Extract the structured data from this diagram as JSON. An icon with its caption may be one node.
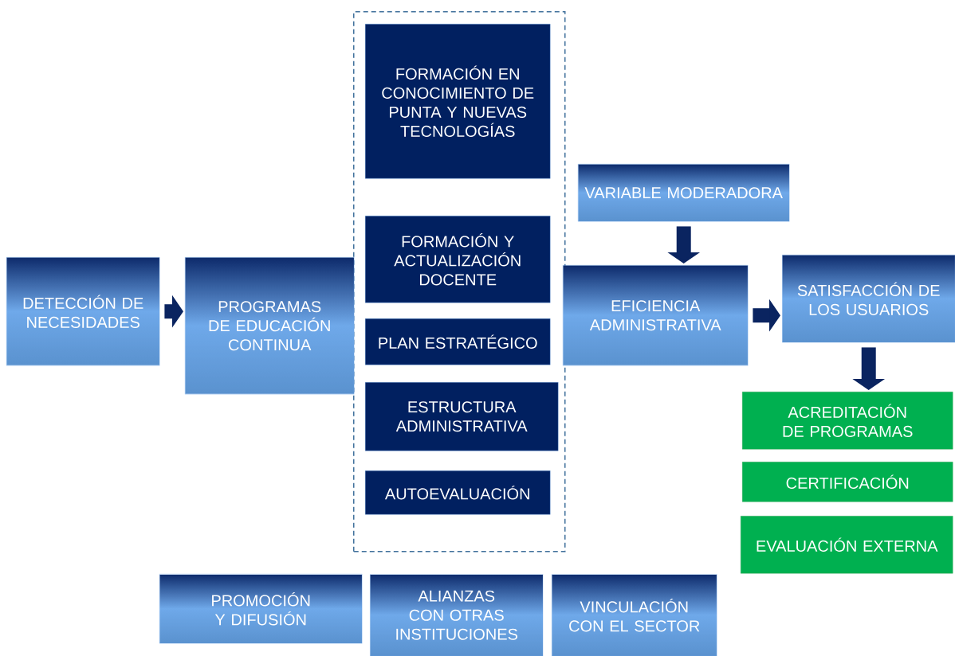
{
  "diagram": {
    "nodes": [
      {
        "text": [
          "DETECCIÓN DE NECESIDADES"
        ]
      },
      {
        "text": [
          "PROGRAMAS DE EDUCACIÓN CONTINUA"
        ]
      },
      {
        "text": [],
        "shape": "box"
      },
      {
        "text": [
          "FORMACIÓN EN CONOCIMIENTO DE PUNTA Y NUEVAS TECNOLOGÍAS"
        ],
        "in": 2
      },
      {
        "text": [
          "FORMACIÓN Y ACTUALIZACIÓN DOCENTE"
        ],
        "in": 2
      },
      {
        "text": [
          "PLAN ESTRATÉGICO"
        ],
        "in": 2
      },
      {
        "text": [
          "ESTRUCTURA ADMINISTRATIVA"
        ],
        "in": 2
      },
      {
        "text": [
          "AUTOEVALUACIÓN"
        ],
        "in": 2
      },
      {
        "text": [
          "VARIABLE MODERADORA"
        ]
      },
      {
        "text": [
          "EFICIENCIA ADMINISTRATIVA"
        ]
      },
      {
        "text": [
          "SATISFACCIÓN DE LOS USUARIOS"
        ]
      },
      {
        "text": [
          "ACREDITACIÓN DE PROGRAMAS"
        ]
      },
      {
        "text": [
          "CERTIFICACIÓN"
        ]
      },
      {
        "text": [
          "EVALUACIÓN EXTERNA"
        ]
      },
      {
        "text": [
          "PROMOCIÓN Y DIFUSIÓN"
        ]
      },
      {
        "text": [
          "ALIANZAS CON OTRAS INSTITUCIONES"
        ]
      },
      {
        "text": [
          "VINCULACIÓN CON EL SECTOR"
        ]
      }
    ],
    "edges": [
      {
        "from": 0,
        "to": 1,
        "arrow": "to"
      },
      {
        "from": 8,
        "to": 9,
        "arrow": "to"
      },
      {
        "from": 9,
        "to": 10,
        "arrow": "to"
      },
      {
        "from": 10,
        "to": 11,
        "arrow": "to"
      }
    ]
  }
}
